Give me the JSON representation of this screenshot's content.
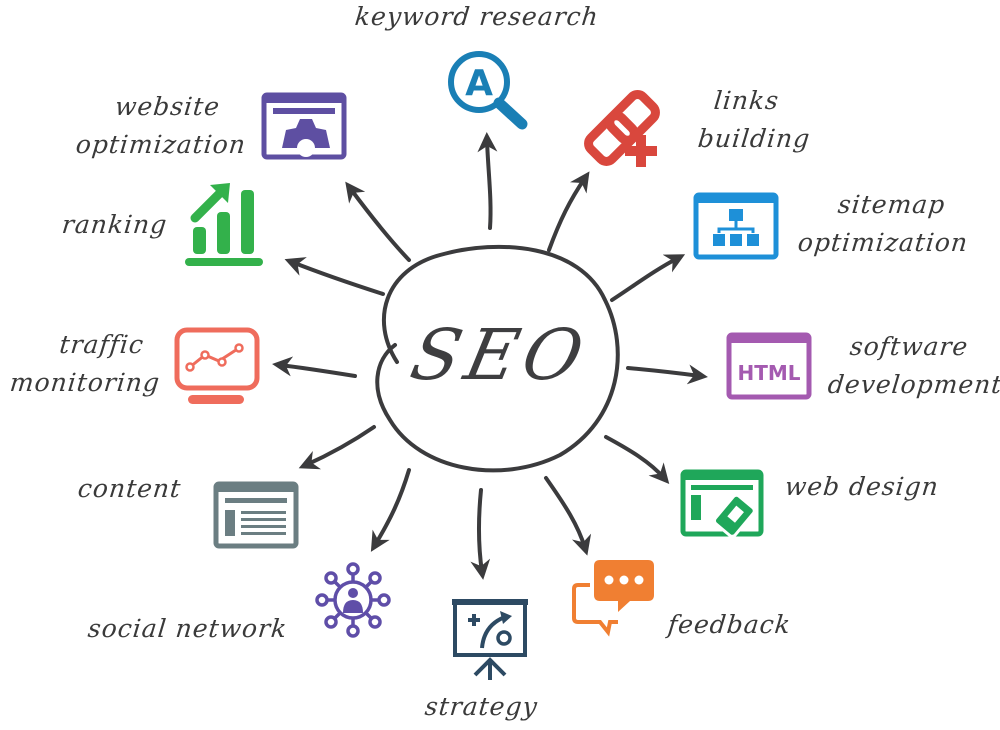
{
  "center": {
    "title": "SEO"
  },
  "colors": {
    "arrow": "#3b3b3d",
    "keyword_research": "#1a7fb5",
    "links_building": "#d9473d",
    "website_optimization": "#5e4fa2",
    "sitemap_optimization": "#1e90d8",
    "software_development": "#a45ab0",
    "web_design": "#1fa75a",
    "feedback": "#f07f32",
    "strategy": "#2d4a63",
    "social_network": "#5f4ea8",
    "content": "#6b7e82",
    "traffic_monitoring": "#ef6c5c",
    "ranking": "#33b14b"
  },
  "nodes": [
    {
      "id": "keyword_research",
      "icon": "magnifier-letter-a-icon",
      "lines": [
        "keyword research"
      ]
    },
    {
      "id": "links_building",
      "icon": "chain-link-plus-icon",
      "lines": [
        "links",
        "building"
      ]
    },
    {
      "id": "sitemap_optimization",
      "icon": "sitemap-window-icon",
      "lines": [
        "sitemap",
        "optimization"
      ]
    },
    {
      "id": "software_development",
      "icon": "html-window-icon",
      "lines": [
        "software",
        "development"
      ]
    },
    {
      "id": "web_design",
      "icon": "web-design-brush-icon",
      "lines": [
        "web design"
      ]
    },
    {
      "id": "feedback",
      "icon": "chat-bubbles-icon",
      "lines": [
        "feedback"
      ]
    },
    {
      "id": "strategy",
      "icon": "strategy-board-icon",
      "lines": [
        "strategy"
      ]
    },
    {
      "id": "social_network",
      "icon": "social-network-person-icon",
      "lines": [
        "social network"
      ]
    },
    {
      "id": "content",
      "icon": "content-window-icon",
      "lines": [
        "content"
      ]
    },
    {
      "id": "traffic_monitoring",
      "icon": "monitor-line-chart-icon",
      "lines": [
        "traffic",
        "monitoring"
      ]
    },
    {
      "id": "ranking",
      "icon": "bar-chart-arrow-icon",
      "lines": [
        "ranking"
      ]
    },
    {
      "id": "website_optimization",
      "icon": "window-gear-icon",
      "lines": [
        "website",
        "optimization"
      ]
    }
  ],
  "icons": {
    "html_text": "HTML",
    "keyword_letter": "A"
  }
}
